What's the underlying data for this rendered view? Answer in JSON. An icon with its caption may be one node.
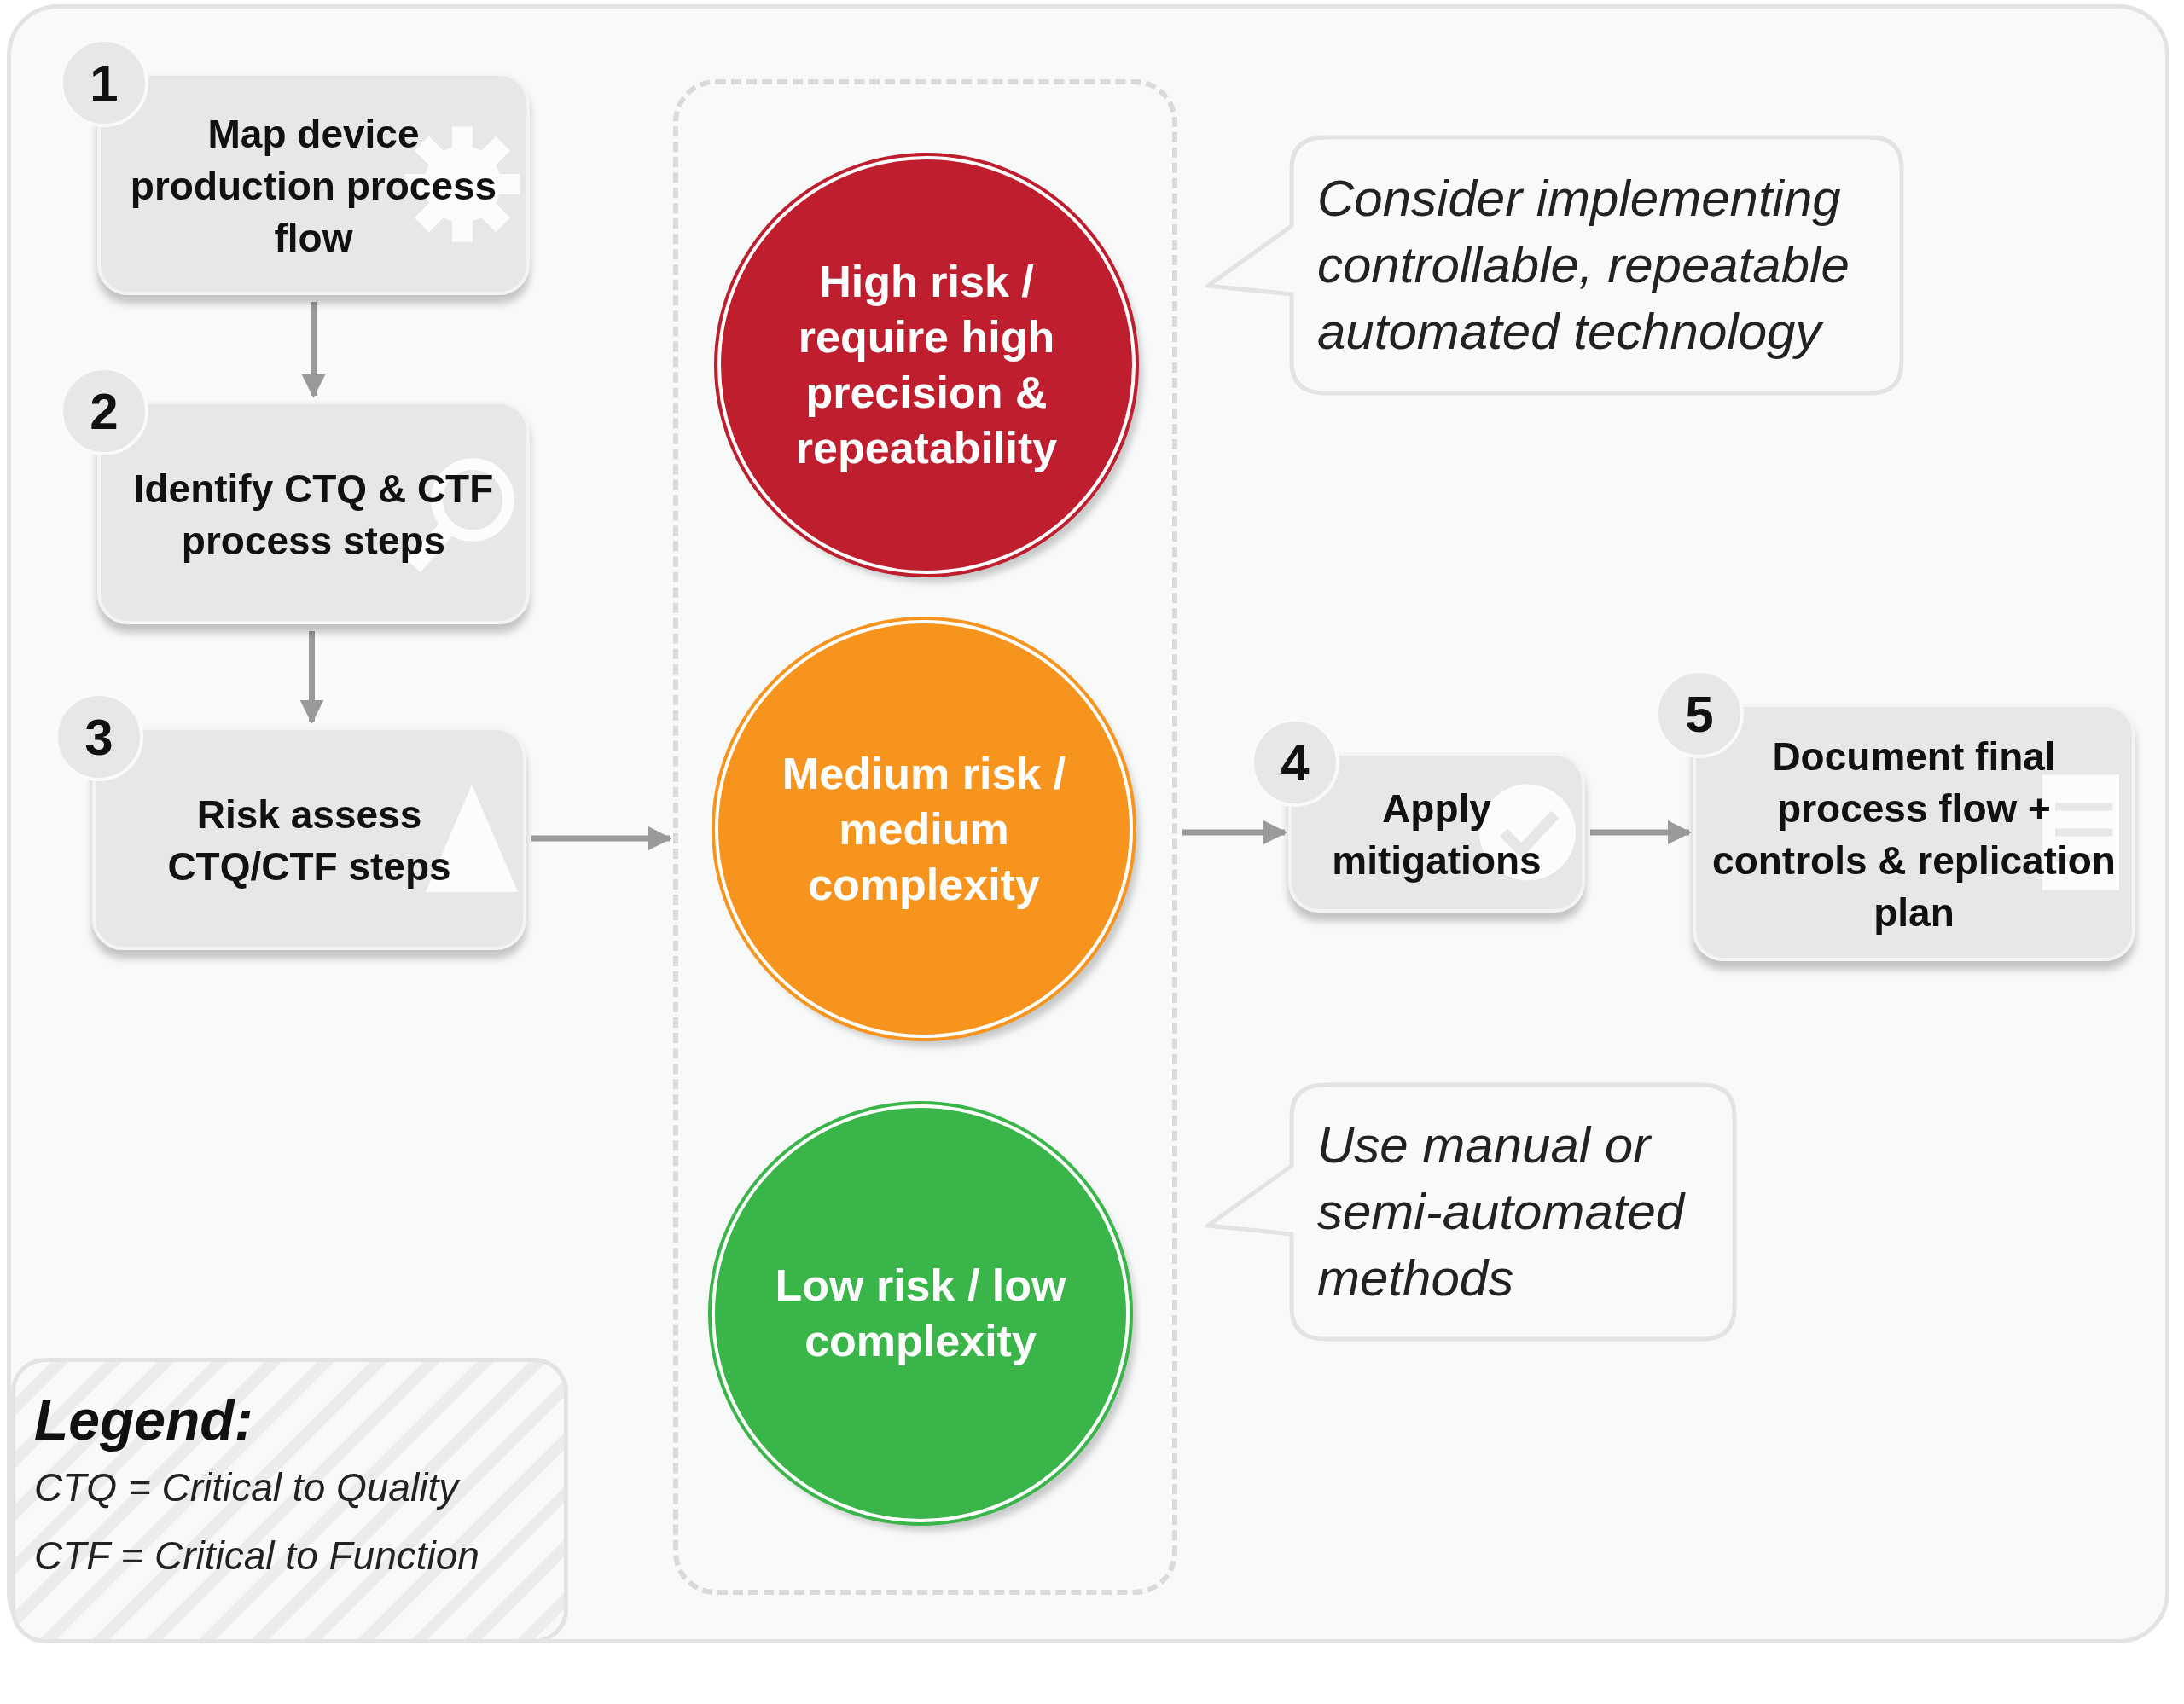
{
  "diagram": {
    "nodes": [
      {
        "text": [
          "1",
          "Map device production process flow"
        ]
      },
      {
        "text": [
          "2",
          "Identify CTQ & CTF process steps"
        ]
      },
      {
        "text": [
          "3",
          "Risk assess CTQ/CTF steps"
        ]
      },
      {
        "text": [],
        "shape": "box"
      },
      {
        "text": [
          "High risk / require high precision & repeatability"
        ],
        "in": 3
      },
      {
        "text": [
          "Medium risk / medium complexity"
        ],
        "in": 3
      },
      {
        "text": [
          "Low risk / low complexity"
        ],
        "in": 3
      },
      {
        "text": [
          "Consider implementing controllable, repeatable automated technology"
        ]
      },
      {
        "text": [
          "4",
          "Apply mitigations"
        ]
      },
      {
        "text": [
          "5",
          "Document final process flow + controls & replication plan"
        ]
      },
      {
        "text": [
          "Use manual or semi-automated methods"
        ]
      },
      {
        "text": [
          "Legend:",
          "CTQ = Critical to Quality",
          "CTF = Critical to Function"
        ]
      }
    ],
    "edges": [
      {
        "from": 0,
        "to": 1,
        "arrow": "to"
      },
      {
        "from": 1,
        "to": 2,
        "arrow": "to"
      },
      {
        "from": 2,
        "to": 3,
        "arrow": "to"
      },
      {
        "from": 3,
        "to": 8,
        "arrow": "to"
      },
      {
        "from": 8,
        "to": 9,
        "arrow": "to"
      }
    ]
  }
}
